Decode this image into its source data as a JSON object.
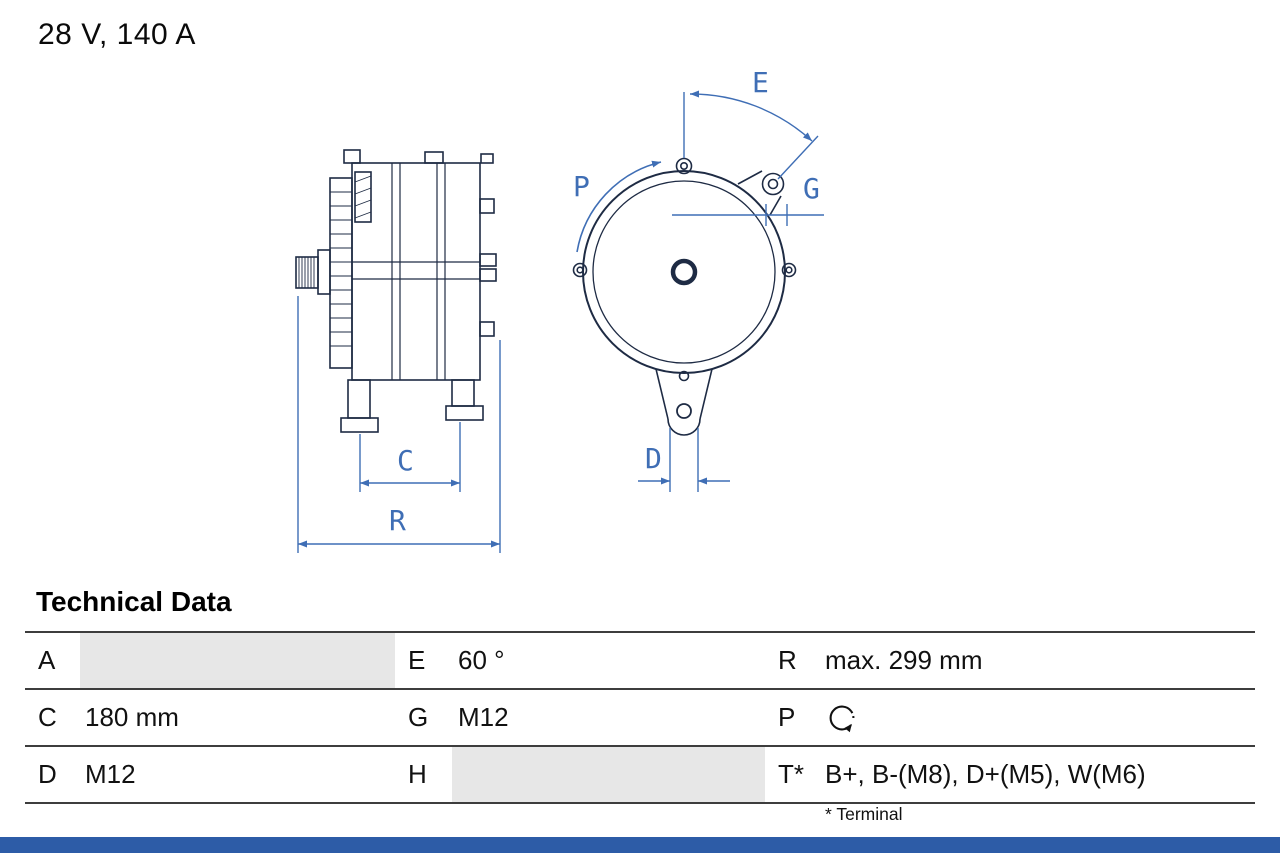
{
  "header": {
    "title": "28 V, 140 A"
  },
  "diagram": {
    "labels": {
      "c": "C",
      "r": "R",
      "d": "D",
      "e": "E",
      "p": "P",
      "g": "G"
    },
    "colors": {
      "line": "#1e2b44",
      "dimension": "#3f6eb5"
    }
  },
  "table": {
    "title": "Technical Data",
    "rows": [
      {
        "cells": [
          {
            "key": "A",
            "value": ""
          },
          {
            "key": "E",
            "value": "60 °"
          },
          {
            "key": "R",
            "value": "max. 299 mm"
          }
        ]
      },
      {
        "cells": [
          {
            "key": "C",
            "value": "180 mm"
          },
          {
            "key": "G",
            "value": "M12"
          },
          {
            "key": "P",
            "value": "",
            "icon": "rotation-direction-icon"
          }
        ]
      },
      {
        "cells": [
          {
            "key": "D",
            "value": "M12"
          },
          {
            "key": "H",
            "value": ""
          },
          {
            "key": "T*",
            "value": "B+, B-(M8), D+(M5), W(M6)"
          }
        ]
      }
    ],
    "footnote": "* Terminal"
  },
  "footer": {
    "bar_color": "#2d5ca7"
  }
}
